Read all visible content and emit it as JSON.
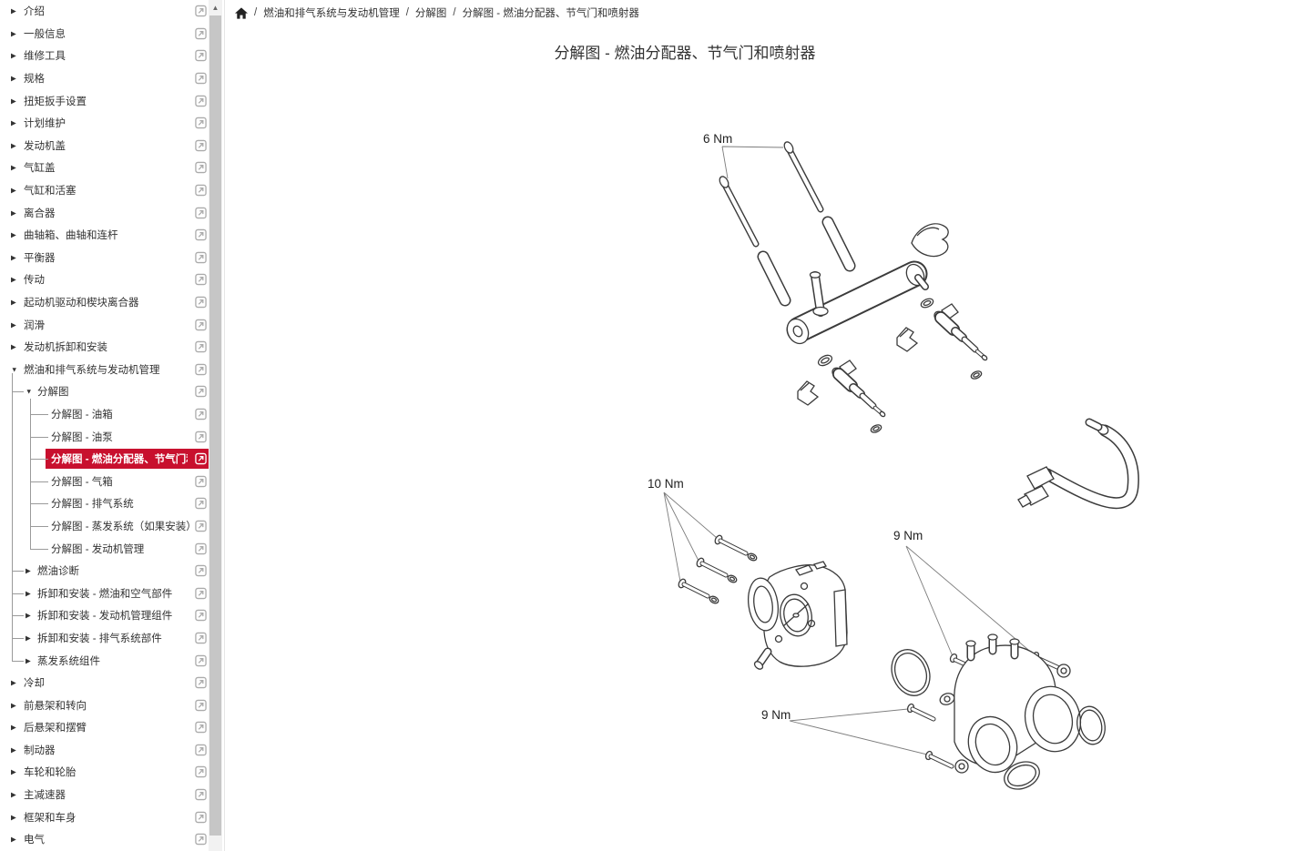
{
  "breadcrumb": {
    "separator": "/",
    "items": [
      "燃油和排气系统与发动机管理",
      "分解图",
      "分解图 - 燃油分配器、节气门和喷射器"
    ]
  },
  "page": {
    "title": "分解图 - 燃油分配器、节气门和喷射器"
  },
  "icons": {
    "home": "house-icon",
    "external_link": "external-link-icon",
    "collapsed_glyph": "▶",
    "expanded_glyph": "▼",
    "scroll_up_glyph": "▲"
  },
  "colors": {
    "highlight_red": "#C8102E",
    "text": "#333333",
    "icon_gray": "#ababab",
    "diagram_line": "#3b3b3b"
  },
  "diagram": {
    "torque_labels": [
      "6 Nm",
      "10 Nm",
      "9 Nm",
      "9 Nm"
    ]
  },
  "sidebar": {
    "items": [
      {
        "label": "介绍",
        "depth": 0,
        "state": "collapsed"
      },
      {
        "label": "一般信息",
        "depth": 0,
        "state": "collapsed"
      },
      {
        "label": "维修工具",
        "depth": 0,
        "state": "collapsed"
      },
      {
        "label": "规格",
        "depth": 0,
        "state": "collapsed"
      },
      {
        "label": "扭矩扳手设置",
        "depth": 0,
        "state": "collapsed"
      },
      {
        "label": "计划维护",
        "depth": 0,
        "state": "collapsed"
      },
      {
        "label": "发动机盖",
        "depth": 0,
        "state": "collapsed"
      },
      {
        "label": "气缸盖",
        "depth": 0,
        "state": "collapsed"
      },
      {
        "label": "气缸和活塞",
        "depth": 0,
        "state": "collapsed"
      },
      {
        "label": "离合器",
        "depth": 0,
        "state": "collapsed"
      },
      {
        "label": "曲轴箱、曲轴和连杆",
        "depth": 0,
        "state": "collapsed"
      },
      {
        "label": "平衡器",
        "depth": 0,
        "state": "collapsed"
      },
      {
        "label": "传动",
        "depth": 0,
        "state": "collapsed"
      },
      {
        "label": "起动机驱动和楔块离合器",
        "depth": 0,
        "state": "collapsed"
      },
      {
        "label": "润滑",
        "depth": 0,
        "state": "collapsed"
      },
      {
        "label": "发动机拆卸和安装",
        "depth": 0,
        "state": "collapsed"
      },
      {
        "label": "燃油和排气系统与发动机管理",
        "depth": 0,
        "state": "expanded"
      },
      {
        "label": "分解图",
        "depth": 1,
        "state": "expanded"
      },
      {
        "label": "分解图 - 油箱",
        "depth": 2,
        "state": "leaf"
      },
      {
        "label": "分解图 - 油泵",
        "depth": 2,
        "state": "leaf"
      },
      {
        "label": "分解图 - 燃油分配器、节气门和喷...",
        "depth": 2,
        "state": "leaf",
        "selected": true
      },
      {
        "label": "分解图 - 气箱",
        "depth": 2,
        "state": "leaf"
      },
      {
        "label": "分解图 - 排气系统",
        "depth": 2,
        "state": "leaf"
      },
      {
        "label": "分解图 - 蒸发系统（如果安装）",
        "depth": 2,
        "state": "leaf"
      },
      {
        "label": "分解图 - 发动机管理",
        "depth": 2,
        "state": "leaf"
      },
      {
        "label": "燃油诊断",
        "depth": 1,
        "state": "collapsed"
      },
      {
        "label": "拆卸和安装 - 燃油和空气部件",
        "depth": 1,
        "state": "collapsed"
      },
      {
        "label": "拆卸和安装 - 发动机管理组件",
        "depth": 1,
        "state": "collapsed"
      },
      {
        "label": "拆卸和安装 - 排气系统部件",
        "depth": 1,
        "state": "collapsed"
      },
      {
        "label": "蒸发系统组件",
        "depth": 1,
        "state": "collapsed"
      },
      {
        "label": "冷却",
        "depth": 0,
        "state": "collapsed"
      },
      {
        "label": "前悬架和转向",
        "depth": 0,
        "state": "collapsed"
      },
      {
        "label": "后悬架和摆臂",
        "depth": 0,
        "state": "collapsed"
      },
      {
        "label": "制动器",
        "depth": 0,
        "state": "collapsed"
      },
      {
        "label": "车轮和轮胎",
        "depth": 0,
        "state": "collapsed"
      },
      {
        "label": "主减速器",
        "depth": 0,
        "state": "collapsed"
      },
      {
        "label": "框架和车身",
        "depth": 0,
        "state": "collapsed"
      },
      {
        "label": "电气",
        "depth": 0,
        "state": "collapsed"
      }
    ]
  }
}
